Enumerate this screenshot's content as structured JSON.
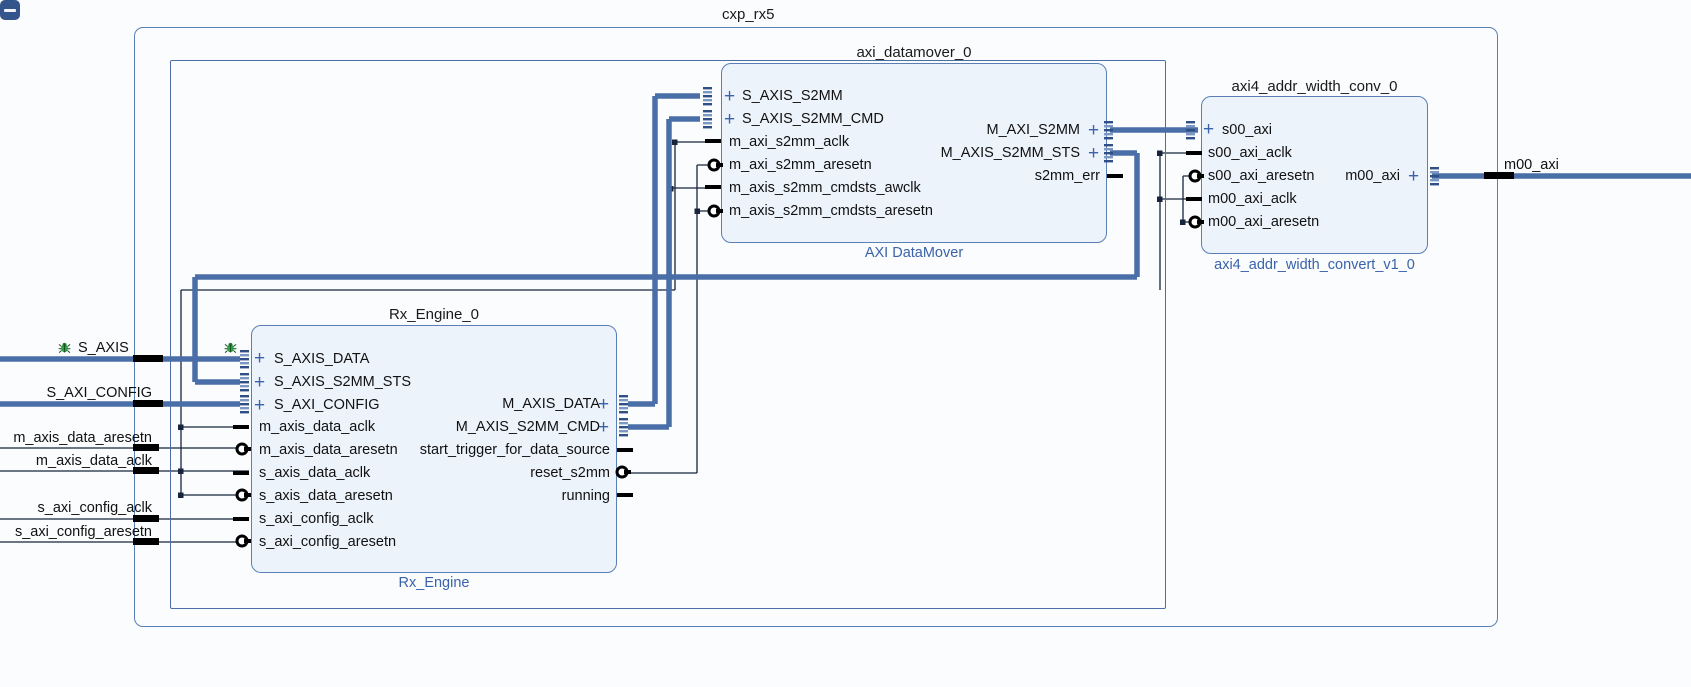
{
  "sheet": {
    "title": "cxp_rx5",
    "collapse_icon": "minus-icon"
  },
  "blocks": [
    {
      "id": "axi_datamover_0",
      "title": "axi_datamover_0",
      "subtitle": "AXI DataMover",
      "inputs": [
        {
          "label": "S_AXIS_S2MM",
          "kind": "bus"
        },
        {
          "label": "S_AXIS_S2MM_CMD",
          "kind": "bus"
        },
        {
          "label": "m_axi_s2mm_aclk",
          "kind": "clk"
        },
        {
          "label": "m_axi_s2mm_aresetn",
          "kind": "rstn"
        },
        {
          "label": "m_axis_s2mm_cmdsts_awclk",
          "kind": "clk"
        },
        {
          "label": "m_axis_s2mm_cmdsts_aresetn",
          "kind": "rstn"
        }
      ],
      "outputs": [
        {
          "label": "M_AXI_S2MM",
          "kind": "bus"
        },
        {
          "label": "M_AXIS_S2MM_STS",
          "kind": "bus"
        },
        {
          "label": "s2mm_err",
          "kind": "sig"
        }
      ]
    },
    {
      "id": "axi4_addr_width_conv_0",
      "title": "axi4_addr_width_conv_0",
      "subtitle": "axi4_addr_width_convert_v1_0",
      "inputs": [
        {
          "label": "s00_axi",
          "kind": "bus"
        },
        {
          "label": "s00_axi_aclk",
          "kind": "clk"
        },
        {
          "label": "s00_axi_aresetn",
          "kind": "rstn"
        },
        {
          "label": "m00_axi_aclk",
          "kind": "clk"
        },
        {
          "label": "m00_axi_aresetn",
          "kind": "rstn"
        }
      ],
      "outputs": [
        {
          "label": "m00_axi",
          "kind": "bus"
        }
      ]
    },
    {
      "id": "Rx_Engine_0",
      "title": "Rx_Engine_0",
      "subtitle": "Rx_Engine",
      "inputs": [
        {
          "label": "S_AXIS_DATA",
          "kind": "bus"
        },
        {
          "label": "S_AXIS_S2MM_STS",
          "kind": "bus"
        },
        {
          "label": "S_AXI_CONFIG",
          "kind": "bus"
        },
        {
          "label": "m_axis_data_aclk",
          "kind": "clk"
        },
        {
          "label": "m_axis_data_aresetn",
          "kind": "rstn"
        },
        {
          "label": "s_axis_data_aclk",
          "kind": "clk"
        },
        {
          "label": "s_axis_data_aresetn",
          "kind": "rstn"
        },
        {
          "label": "s_axi_config_aclk",
          "kind": "clk"
        },
        {
          "label": "s_axi_config_aresetn",
          "kind": "rstn"
        }
      ],
      "outputs": [
        {
          "label": "M_AXIS_DATA",
          "kind": "bus"
        },
        {
          "label": "M_AXIS_S2MM_CMD",
          "kind": "bus"
        },
        {
          "label": "start_trigger_for_data_source",
          "kind": "sig"
        },
        {
          "label": "reset_s2mm",
          "kind": "rstn"
        },
        {
          "label": "running",
          "kind": "sig"
        }
      ]
    }
  ],
  "external_ports": {
    "left": [
      {
        "label": "S_AXIS",
        "kind": "bus",
        "debug": true
      },
      {
        "label": "S_AXI_CONFIG",
        "kind": "bus",
        "debug": false
      },
      {
        "label": "m_axis_data_aresetn",
        "kind": "sig",
        "debug": false
      },
      {
        "label": "m_axis_data_aclk",
        "kind": "sig",
        "debug": false
      },
      {
        "label": "s_axi_config_aclk",
        "kind": "sig",
        "debug": false
      },
      {
        "label": "s_axi_config_aresetn",
        "kind": "sig",
        "debug": false
      }
    ],
    "right": [
      {
        "label": "m00_axi",
        "kind": "bus",
        "debug": false
      }
    ]
  },
  "colors": {
    "bus_wire": "#4a6fa8",
    "sig_wire": "#18243c",
    "block_fill": "#edf3fb",
    "block_border": "#5a7fb5",
    "accent_text": "#3a63ab",
    "canvas": "#fafcfd",
    "collapse_btn": "#34558c",
    "debug_icon": "#2f9e44"
  },
  "icons": {
    "debug_core": "bug-icon",
    "bus_pin": "plus-icon",
    "collapse": "minus-icon"
  }
}
